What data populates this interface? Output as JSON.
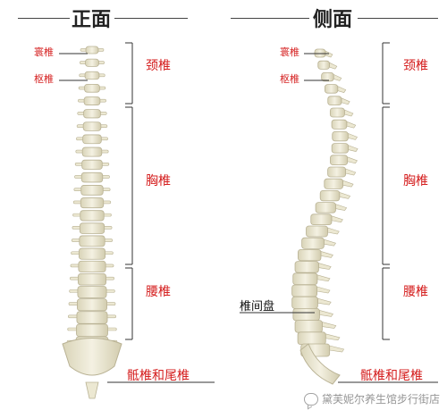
{
  "views": {
    "front": {
      "title": "正面"
    },
    "side": {
      "title": "侧面"
    }
  },
  "labels": {
    "atlas": "寰椎",
    "axis": "枢椎",
    "cervical": "颈椎",
    "thoracic": "胸椎",
    "lumbar": "腰椎",
    "sacral_coccyx": "骶椎和尾椎",
    "disc": "椎间盘"
  },
  "watermark": {
    "icon": "wechat-icon",
    "text": "黛芙妮尔养生馆步行街店"
  },
  "colors": {
    "label_red": "#d51f1f",
    "bone": "#ece8d2",
    "bone_edge": "#b9b294",
    "line": "#333333"
  }
}
